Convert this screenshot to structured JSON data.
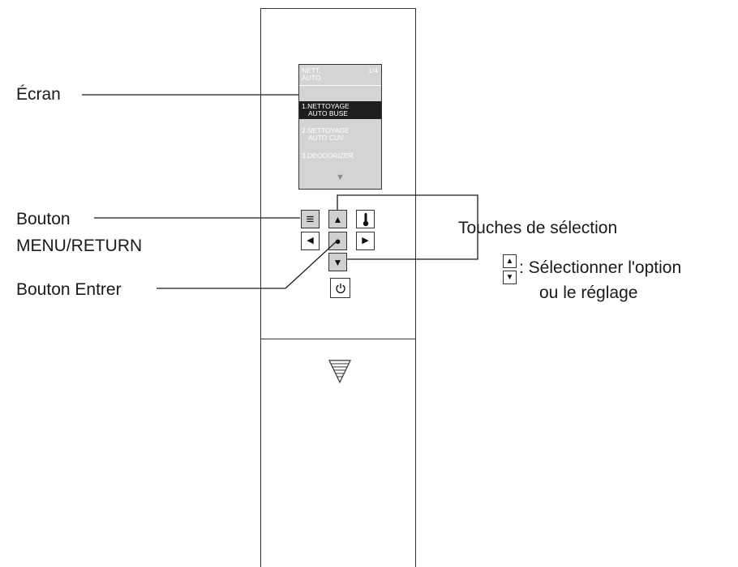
{
  "labels": {
    "screen": "Écran",
    "menu_line1": "Bouton",
    "menu_line2": "MENU/RETURN",
    "enter": "Bouton Entrer",
    "selection": "Touches de sélection",
    "select_line1": ": Sélectionner l'option",
    "select_line2": "ou le réglage"
  },
  "screen": {
    "header_line1": "NETT.",
    "header_line2": "AUTO",
    "page": "1/4",
    "items": [
      {
        "line1": "1.NETTOYAGE",
        "line2": "AUTO BUSE",
        "selected": true
      },
      {
        "line1": "2.NETTOYAGE",
        "line2": "AUTO CUV.",
        "selected": false
      },
      {
        "line1": "3.DEODORIZER",
        "line2": "",
        "selected": false
      }
    ],
    "more_arrow": "▼"
  },
  "buttons": {
    "menu": "≡",
    "up": "▲",
    "left": "◀",
    "enter": "●",
    "right": "▶",
    "down": "▼",
    "temp_icon": "thermometer-icon",
    "power_icon": "power-icon"
  },
  "legend_keys": {
    "up": "▲",
    "down": "▼"
  },
  "colors": {
    "line": "#1a1a1a",
    "screen_bg": "#d4d4d4",
    "selected_bg": "#1e1e1e",
    "gray_key": "#d0d0d0"
  }
}
